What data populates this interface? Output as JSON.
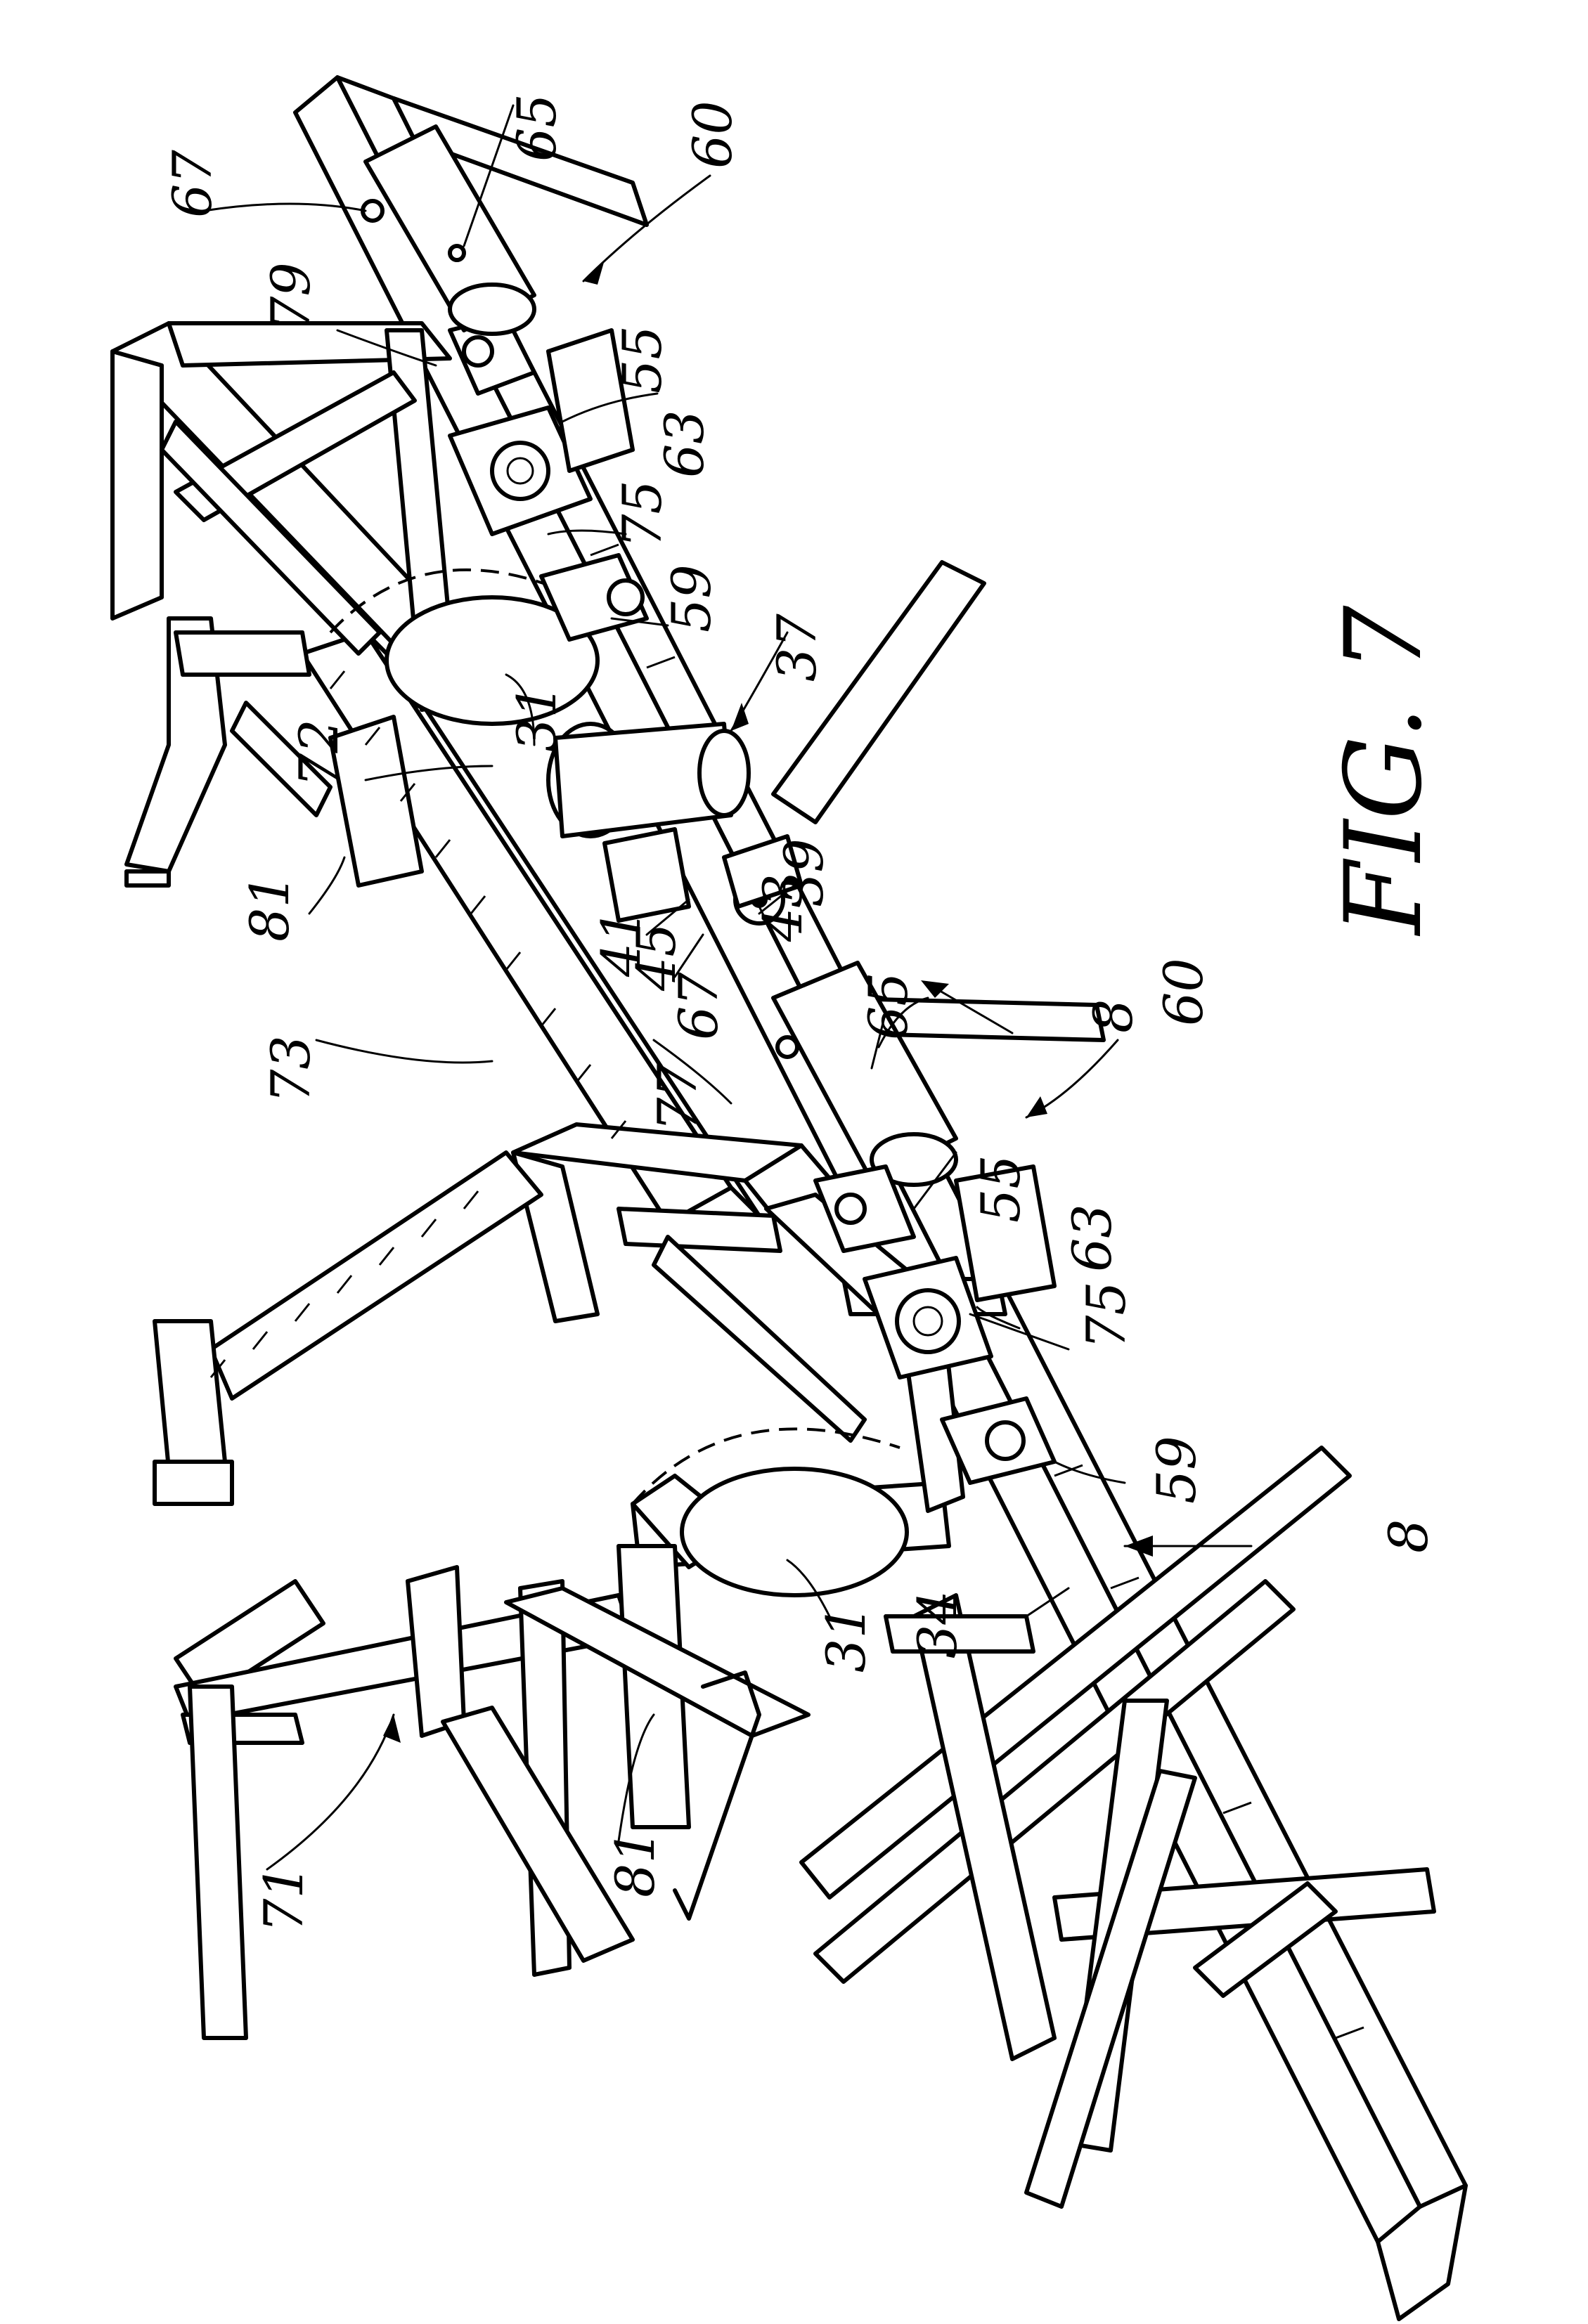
{
  "figure": {
    "title": "FIG. 7"
  },
  "labels": {
    "l60a": "60",
    "l65a": "65",
    "l67a": "67",
    "l79": "79",
    "l55a": "55",
    "l63a": "63",
    "l75a": "75",
    "l59a": "59",
    "l37": "37",
    "l31a": "31",
    "l72": "72",
    "l81a": "81",
    "l41": "41",
    "l45": "45",
    "l43": "43",
    "l39": "39",
    "l65b": "65",
    "l67b": "67",
    "l8a": "8",
    "l60b": "60",
    "l73": "73",
    "l77": "77",
    "l55b": "55",
    "l63b": "63",
    "l75b": "75",
    "l59b": "59",
    "l8b": "8",
    "l31b": "31",
    "l81b": "81",
    "l34": "34",
    "l71": "71"
  }
}
